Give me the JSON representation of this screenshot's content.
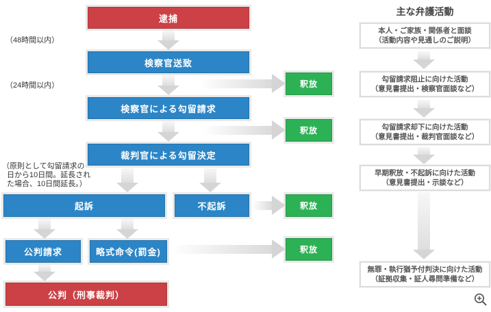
{
  "palette": {
    "red": "#cc4145",
    "blue": "#2b85c6",
    "green": "#2db155",
    "arrow_gray": "#d5d5d5",
    "halo_gray": "#e9e9e9",
    "panel_border": "#dcdcdc",
    "panel_text": "#555555"
  },
  "flow": {
    "arrest": "逮捕",
    "prosecutor_referral": "検察官送致",
    "detention_request": "検察官による勾留請求",
    "detention_decision": "裁判官による勾留決定",
    "indictment": "起訴",
    "non_indictment": "不起訴",
    "trial_request": "公判請求",
    "summary_order": "略式命令(罰金)",
    "trial": "公判（刑事裁判）",
    "release": "釈放"
  },
  "notes": {
    "within_48h": "（48時間以内）",
    "within_24h": "（24時間以内）",
    "detention_line1": "（原則として勾留請求の",
    "detention_line2": "日から10日間。延長され",
    "detention_line3": "た場合、10日間延長。）"
  },
  "defense": {
    "title": "主な弁護活動",
    "boxes": [
      {
        "line1": "本人・ご家族・関係者と面談",
        "line2": "（活動内容や見通しのご説明）"
      },
      {
        "line1": "勾留請求阻止に向けた活動",
        "line2": "（意見書提出・検察官面談など）"
      },
      {
        "line1": "勾留請求却下に向けた活動",
        "line2": "（意見書提出・裁判官面談など）"
      },
      {
        "line1": "早期釈放・不起訴に向けた活動",
        "line2": "（意見書提出・示談など）"
      },
      {
        "line1": "無罪・執行猶予付判決に向けた活動",
        "line2": "（証拠収集・証人尋問準備など）"
      }
    ]
  },
  "icons": {
    "zoom": "zoom-in-magnifier"
  }
}
